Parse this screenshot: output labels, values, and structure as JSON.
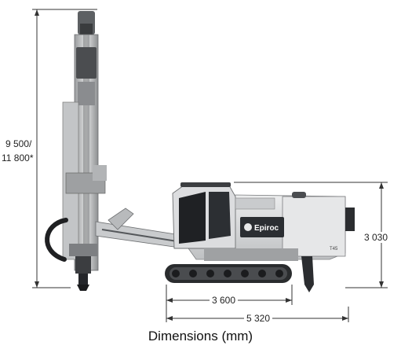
{
  "caption": "Dimensions (mm)",
  "dimensions": {
    "height_line1": "9 500/",
    "height_line2": "11 800*",
    "cab_height": "3 030",
    "track_length": "3 600",
    "overall_length": "5 320"
  },
  "machine": {
    "brand_logo": "Epiroc",
    "model": "T45"
  },
  "colors": {
    "body": "#d9dadb",
    "dark": "#2a2c2e",
    "dimension_line": "#333333"
  }
}
